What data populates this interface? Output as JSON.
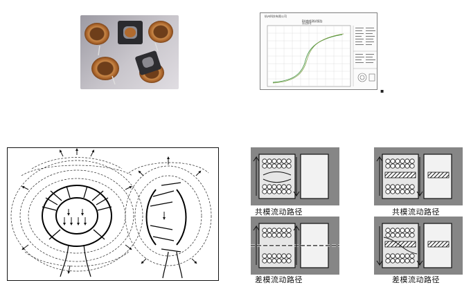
{
  "photo": {
    "icon": "inductor-photo"
  },
  "report": {
    "company": "杭州科技有限公司",
    "title": "BH曲线测试报告",
    "subtitle": "测试条件"
  },
  "field_diagram": {
    "icon": "magnetic-field-lines"
  },
  "mode_paths": [
    {
      "caption": "共模流动路径"
    },
    {
      "caption": "共模流动路径"
    },
    {
      "caption": "差模流动路径"
    },
    {
      "caption": "差模流动路径"
    }
  ],
  "colors": {
    "copper": "#c07a3c",
    "panel_gray": "#868686",
    "curve_green": "#4e9a4e"
  }
}
